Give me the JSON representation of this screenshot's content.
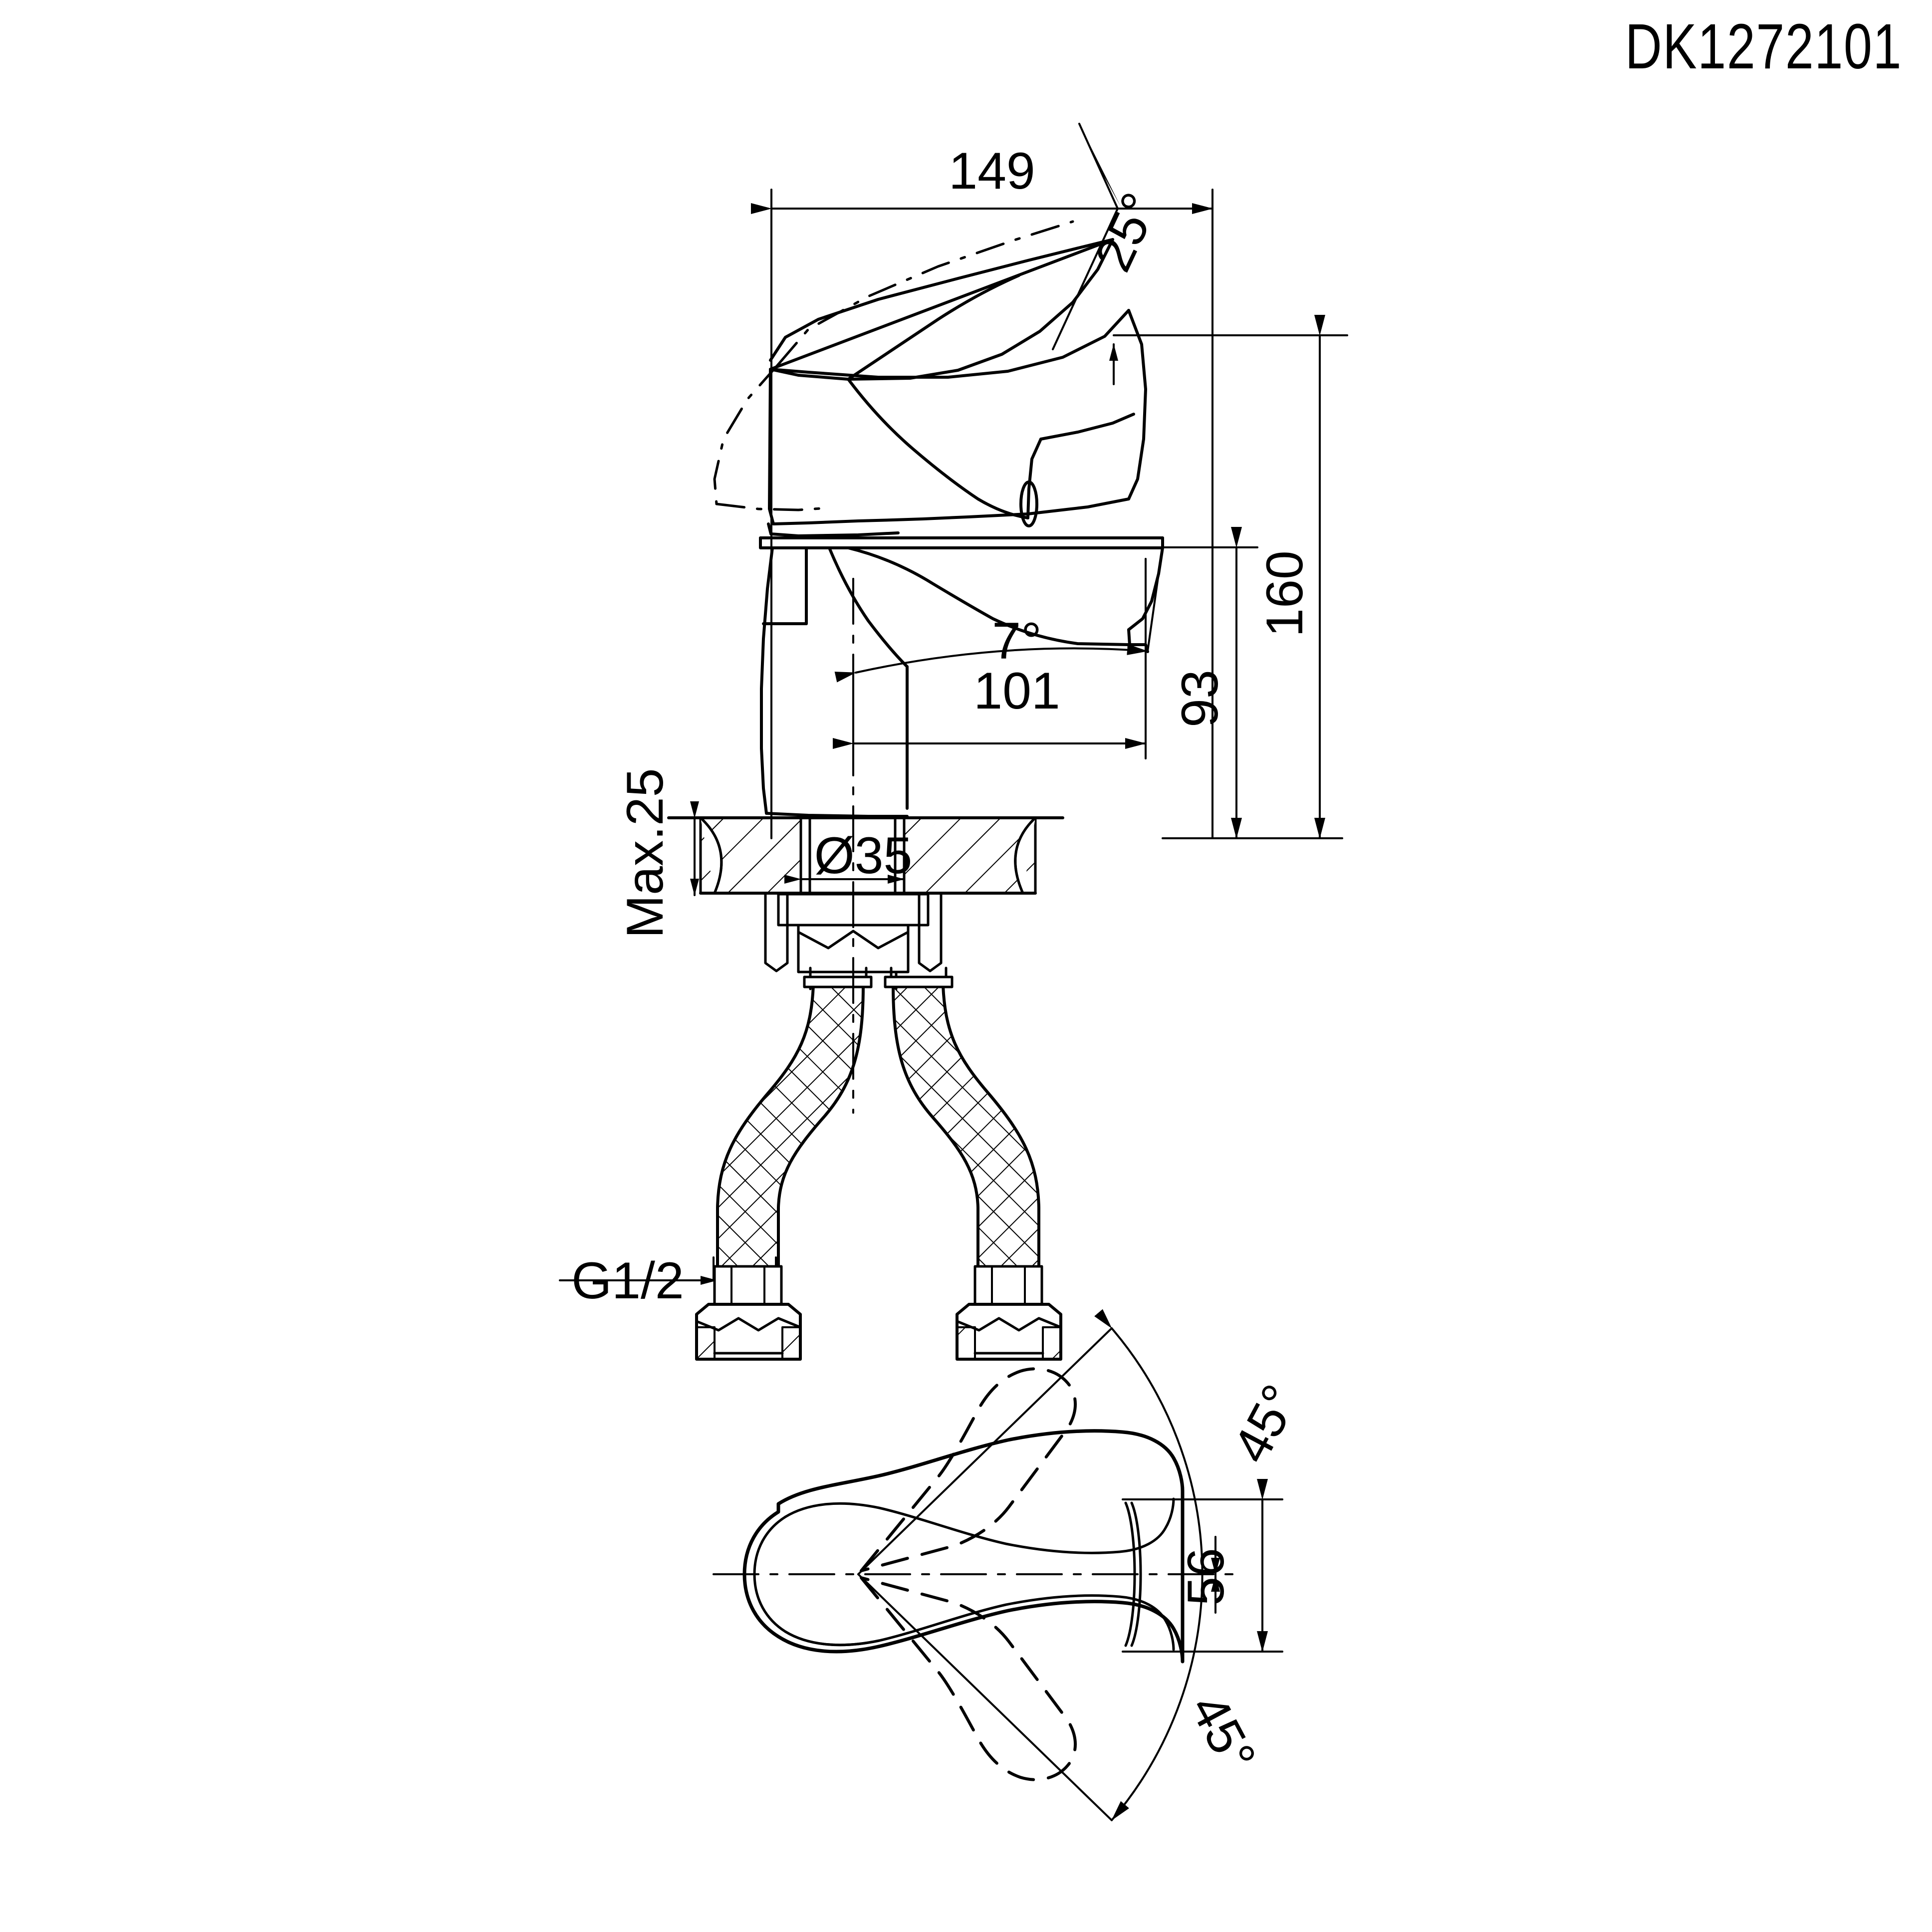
{
  "drawing": {
    "title": "DK1272101",
    "type": "technical-dimension-drawing",
    "subject": "single-lever basin mixer faucet",
    "units": "mm",
    "line_color": "#000000",
    "background_color": "#ffffff",
    "views": [
      {
        "name": "side-elevation",
        "position": "upper"
      },
      {
        "name": "plan-view",
        "position": "lower"
      }
    ],
    "dimensions": {
      "overall_width": "149",
      "handle_open_angle": "25°",
      "overall_height": "160",
      "spout_height": "93",
      "spout_reach": "101",
      "spout_downward_angle": "7°",
      "countertop_thickness": "Max.25",
      "mounting_hole_diameter": "Ø35",
      "supply_thread": "G1/2",
      "swivel_left": "45°",
      "swivel_right": "45°",
      "spout_plan_width": "56"
    }
  },
  "labels": {
    "w149": "149",
    "a25": "25°",
    "h160": "160",
    "h93": "93",
    "r101": "101",
    "a7": "7°",
    "maxt": "Max.25",
    "hole": "Ø35",
    "thread": "G1/2",
    "swivel_top": "45°",
    "swivel_bottom": "45°",
    "plan_w": "56"
  }
}
